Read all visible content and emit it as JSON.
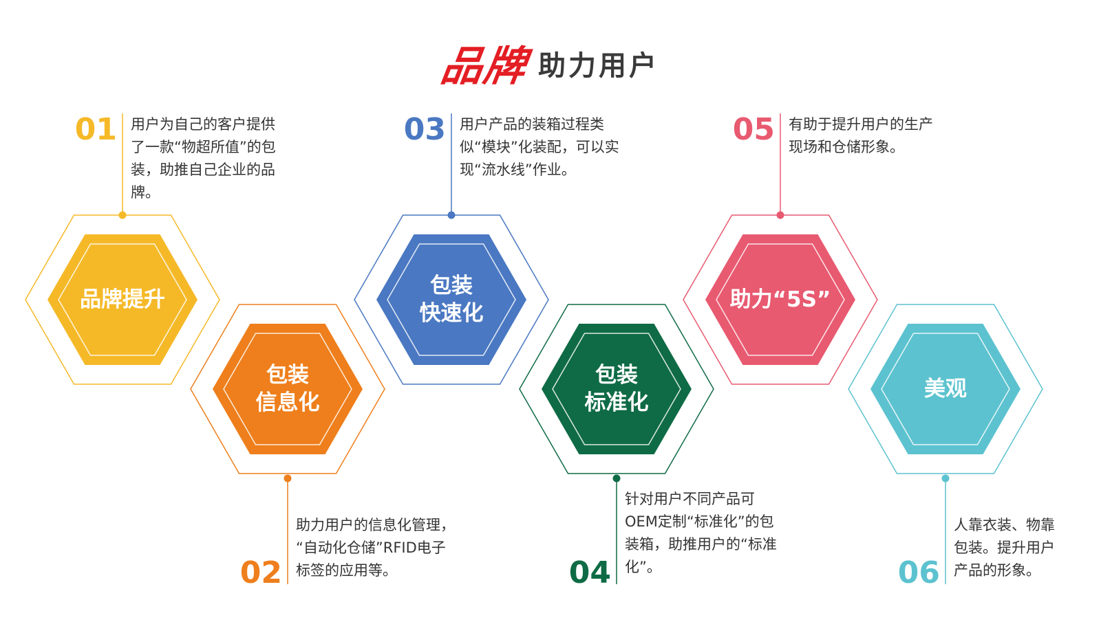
{
  "title": {
    "brand": "品牌",
    "rest": "助力用户"
  },
  "items": [
    {
      "num": "01",
      "label_lines": [
        "品牌提升"
      ],
      "desc_lines": [
        "用户为自己的客户提供",
        "了一款“物超所值”的包",
        "装，助推自己企业的品",
        "牌。"
      ],
      "color": "#f5b928"
    },
    {
      "num": "02",
      "label_lines": [
        "包装",
        "信息化"
      ],
      "desc_lines": [
        "助力用户的信息化管理，",
        "“自动化仓储”RFID电子",
        "标签的应用等。"
      ],
      "color": "#ee7f1c"
    },
    {
      "num": "03",
      "label_lines": [
        "包装",
        "快速化"
      ],
      "desc_lines": [
        "用户产品的装箱过程类",
        "似“模块”化装配，可以实",
        "现“流水线”作业。"
      ],
      "color": "#4a78c2"
    },
    {
      "num": "04",
      "label_lines": [
        "包装",
        "标准化"
      ],
      "desc_lines": [
        "针对用户不同产品可",
        "OEM定制“标准化”的包",
        "装箱，助推用户的“标准",
        "化”。"
      ],
      "color": "#0f6b45"
    },
    {
      "num": "05",
      "label_lines": [
        "助力“5S”"
      ],
      "desc_lines": [
        "有助于提升用户的生产",
        "现场和仓储形象。"
      ],
      "color": "#e85a70"
    },
    {
      "num": "06",
      "label_lines": [
        "美观"
      ],
      "desc_lines": [
        "人靠衣装、物靠",
        "包装。提升用户",
        "产品的形象。"
      ],
      "color": "#5cc2cf"
    }
  ]
}
